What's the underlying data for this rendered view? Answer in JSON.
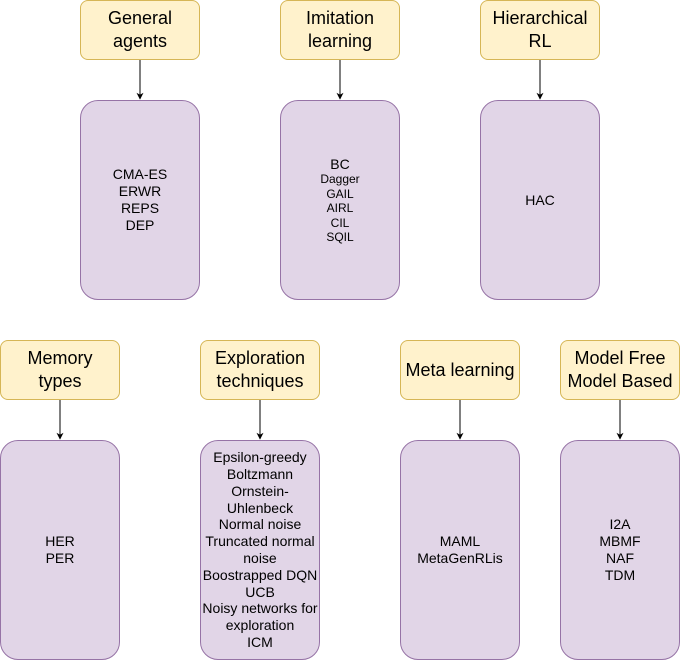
{
  "groups": [
    {
      "id": "general-agents",
      "title": "General\nagents",
      "items": [
        {
          "text": "CMA-ES"
        },
        {
          "text": "ERWR"
        },
        {
          "text": "REPS"
        },
        {
          "text": "DEP"
        }
      ]
    },
    {
      "id": "imitation-learning",
      "title": "Imitation\nlearning",
      "items": [
        {
          "text": "BC"
        },
        {
          "text": "Dagger",
          "small": true
        },
        {
          "text": "GAIL",
          "small": true
        },
        {
          "text": "AIRL",
          "small": true
        },
        {
          "text": "CIL",
          "small": true
        },
        {
          "text": "SQIL",
          "small": true
        }
      ]
    },
    {
      "id": "hierarchical-rl",
      "title": "Hierarchical\nRL",
      "items": [
        {
          "text": "HAC"
        }
      ]
    },
    {
      "id": "memory-types",
      "title": "Memory\ntypes",
      "items": [
        {
          "text": "HER"
        },
        {
          "text": "PER"
        }
      ]
    },
    {
      "id": "exploration-techniques",
      "title": "Exploration\ntechniques",
      "items": [
        {
          "text": "Epsilon-greedy"
        },
        {
          "text": "Boltzmann"
        },
        {
          "text": "Ornstein-\nUhlenbeck"
        },
        {
          "text": "Normal noise"
        },
        {
          "text": "Truncated normal\nnoise"
        },
        {
          "text": "Boostrapped DQN"
        },
        {
          "text": "UCB"
        },
        {
          "text": "Noisy networks for\nexploration"
        },
        {
          "text": "ICM"
        }
      ]
    },
    {
      "id": "meta-learning",
      "title": "Meta learning",
      "items": [
        {
          "text": "MAML"
        },
        {
          "text": "MetaGenRLis"
        }
      ]
    },
    {
      "id": "model-free-model-based",
      "title": "Model Free\nModel Based",
      "items": [
        {
          "text": "I2A"
        },
        {
          "text": "MBMF"
        },
        {
          "text": "NAF"
        },
        {
          "text": "TDM"
        }
      ]
    }
  ],
  "colors": {
    "header_fill": "#fff2cc",
    "header_stroke": "#d6b656",
    "body_fill": "#e1d5e7",
    "body_stroke": "#9673a6",
    "arrow": "#000000"
  }
}
